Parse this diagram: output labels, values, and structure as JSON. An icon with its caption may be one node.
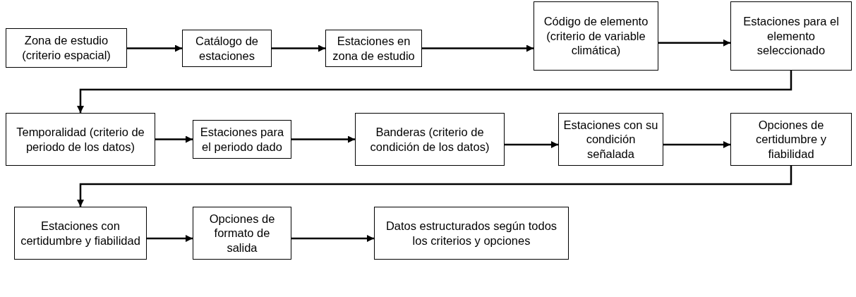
{
  "diagram": {
    "nodes": [
      {
        "text": [
          "Zona de estudio (criterio espacial)"
        ]
      },
      {
        "text": [
          "Catálogo de estaciones"
        ]
      },
      {
        "text": [
          "Estaciones en zona de estudio"
        ]
      },
      {
        "text": [
          "Código de elemento (criterio de variable climática)"
        ]
      },
      {
        "text": [
          "Estaciones para el elemento seleccionado"
        ]
      },
      {
        "text": [
          "Temporalidad (criterio de periodo de los datos)"
        ]
      },
      {
        "text": [
          "Estaciones para el periodo dado"
        ]
      },
      {
        "text": [
          "Banderas (criterio de condición de los datos)"
        ]
      },
      {
        "text": [
          "Estaciones con su condición señalada"
        ]
      },
      {
        "text": [
          "Opciones de certidumbre y fiabilidad"
        ]
      },
      {
        "text": [
          "Estaciones con certidumbre y fiabilidad"
        ]
      },
      {
        "text": [
          "Opciones de formato de salida"
        ]
      },
      {
        "text": [
          "Datos estructurados según todos los criterios y opciones"
        ]
      }
    ],
    "edges": [
      {
        "from": 0,
        "to": 1,
        "arrow": "to"
      },
      {
        "from": 1,
        "to": 2,
        "arrow": "to"
      },
      {
        "from": 2,
        "to": 3,
        "arrow": "to"
      },
      {
        "from": 3,
        "to": 4,
        "arrow": "to"
      },
      {
        "from": 4,
        "to": 5,
        "arrow": "to"
      },
      {
        "from": 5,
        "to": 6,
        "arrow": "to"
      },
      {
        "from": 6,
        "to": 7,
        "arrow": "to"
      },
      {
        "from": 7,
        "to": 8,
        "arrow": "to"
      },
      {
        "from": 8,
        "to": 9,
        "arrow": "to"
      },
      {
        "from": 9,
        "to": 10,
        "arrow": "to"
      },
      {
        "from": 10,
        "to": 11,
        "arrow": "to"
      },
      {
        "from": 11,
        "to": 12,
        "arrow": "to"
      }
    ]
  }
}
